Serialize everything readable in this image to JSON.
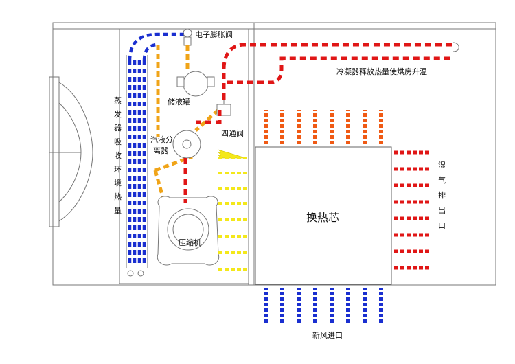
{
  "labels": {
    "expansion_valve": "电子膨胀阀",
    "condenser_heat": "冷凝器释放热量使烘房升温",
    "evaporator_absorb": "蒸发器吸收环境热量",
    "receiver": "储液罐",
    "four_way_valve": "四通阀",
    "separator": "汽液分离器",
    "compressor": "压缩机",
    "heat_exchanger_core": "换热芯",
    "humid_exhaust": "湿气排出口",
    "fresh_air_inlet": "新风进口"
  },
  "colors": {
    "cold_pipe": "#1a2fd0",
    "liquid_pipe": "#f0a418",
    "hot_pipe": "#e01616",
    "warm_arrow": "#f05a14",
    "inflow_arrow": "#f4e81a",
    "outline": "#777777"
  }
}
